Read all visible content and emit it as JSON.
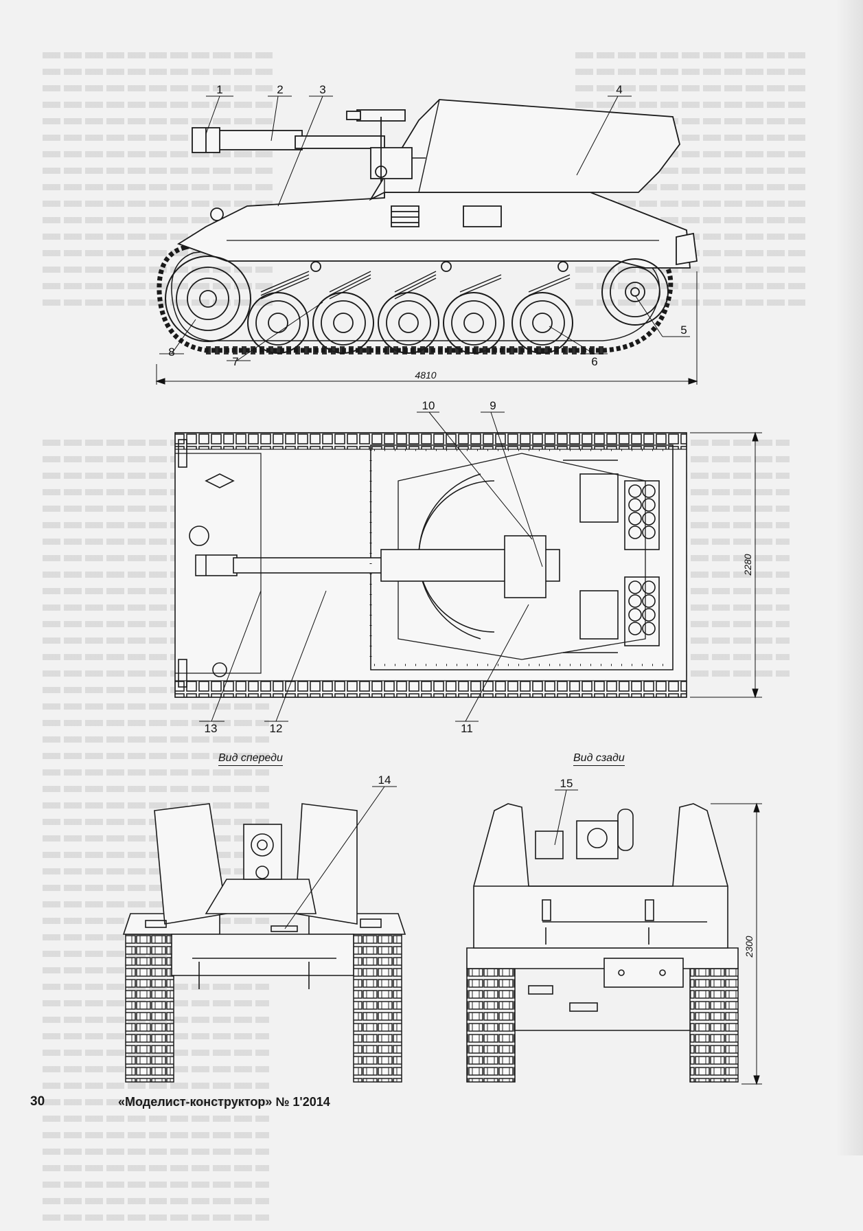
{
  "page": {
    "number": "30",
    "magazine": "«Моделист-конструктор» № 1'2014"
  },
  "drawing": {
    "callouts": [
      "1",
      "2",
      "3",
      "4",
      "5",
      "6",
      "7",
      "8",
      "9",
      "10",
      "11",
      "12",
      "13",
      "14",
      "15"
    ],
    "dimensions": {
      "length": "4810",
      "width": "2280",
      "height": "2300"
    },
    "captions": {
      "front_view": "Вид спереди",
      "rear_view": "Вид сзади"
    }
  }
}
